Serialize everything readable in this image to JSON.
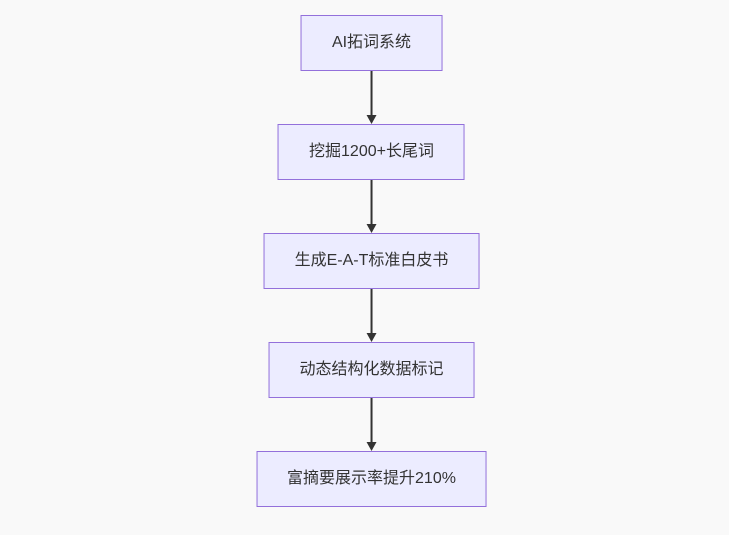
{
  "diagram": {
    "type": "flowchart",
    "direction": "top-down",
    "nodes": [
      {
        "id": "n1",
        "label": "AI拓词系统"
      },
      {
        "id": "n2",
        "label": "挖掘1200+长尾词"
      },
      {
        "id": "n3",
        "label": "生成E-A-T标准白皮书"
      },
      {
        "id": "n4",
        "label": "动态结构化数据标记"
      },
      {
        "id": "n5",
        "label": "富摘要展示率提升210%"
      }
    ],
    "edges": [
      {
        "from": "n1",
        "to": "n2"
      },
      {
        "from": "n2",
        "to": "n3"
      },
      {
        "from": "n3",
        "to": "n4"
      },
      {
        "from": "n4",
        "to": "n5"
      }
    ],
    "colors": {
      "node_fill": "#ECECFF",
      "node_border": "#9370DB",
      "edge": "#333333",
      "text": "#333333",
      "background": "#f9f9f9"
    }
  }
}
